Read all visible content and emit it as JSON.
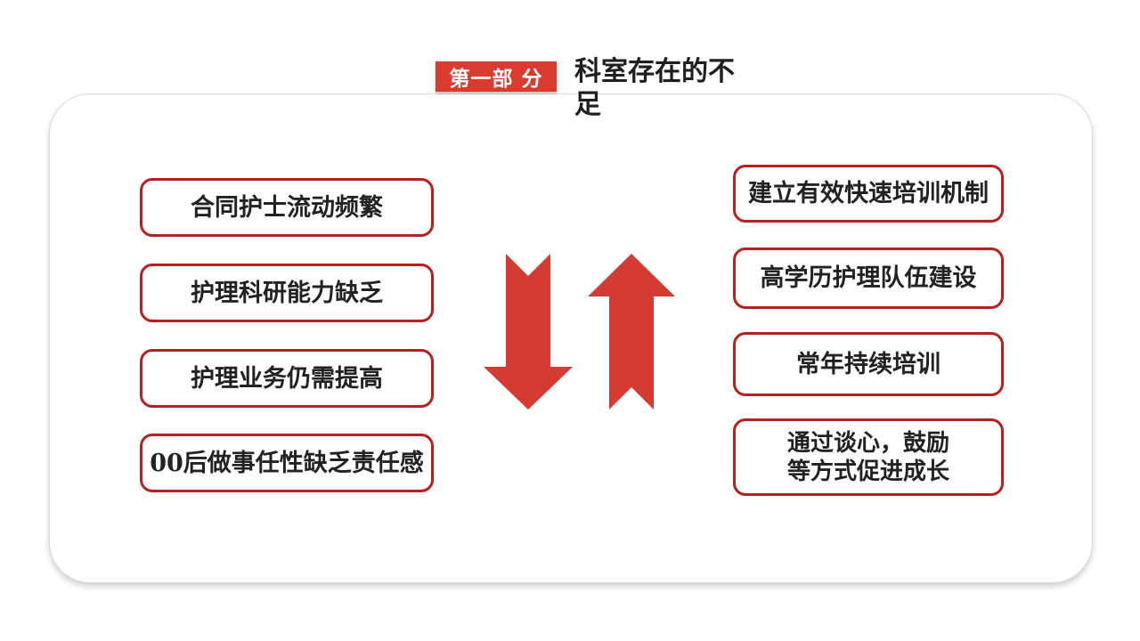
{
  "slide": {
    "section_badge": "第一部 分",
    "title": "科室存在的不\n足",
    "left_column": {
      "items": [
        {
          "label": "合同护士流动频繁"
        },
        {
          "label": "护理科研能力缺乏"
        },
        {
          "label": "护理业务仍需提高"
        },
        {
          "label": "00后做事任性缺乏责任感"
        }
      ]
    },
    "right_column": {
      "items": [
        {
          "label": "建立有效快速培训机制"
        },
        {
          "label": "高学历护理队伍建设"
        },
        {
          "label": "常年持续培训"
        },
        {
          "label": "通过谈心，鼓励\n等方式促进成长"
        }
      ]
    },
    "icons": {
      "center_left": "down-arrow-icon",
      "center_right": "up-arrow-icon"
    },
    "colors": {
      "arrow_red": "#d43b33",
      "badge_red": "#d93b2e",
      "box_border_red": "#b7201e",
      "text_dark": "#1f1f1f",
      "card_border": "#dadada"
    }
  }
}
